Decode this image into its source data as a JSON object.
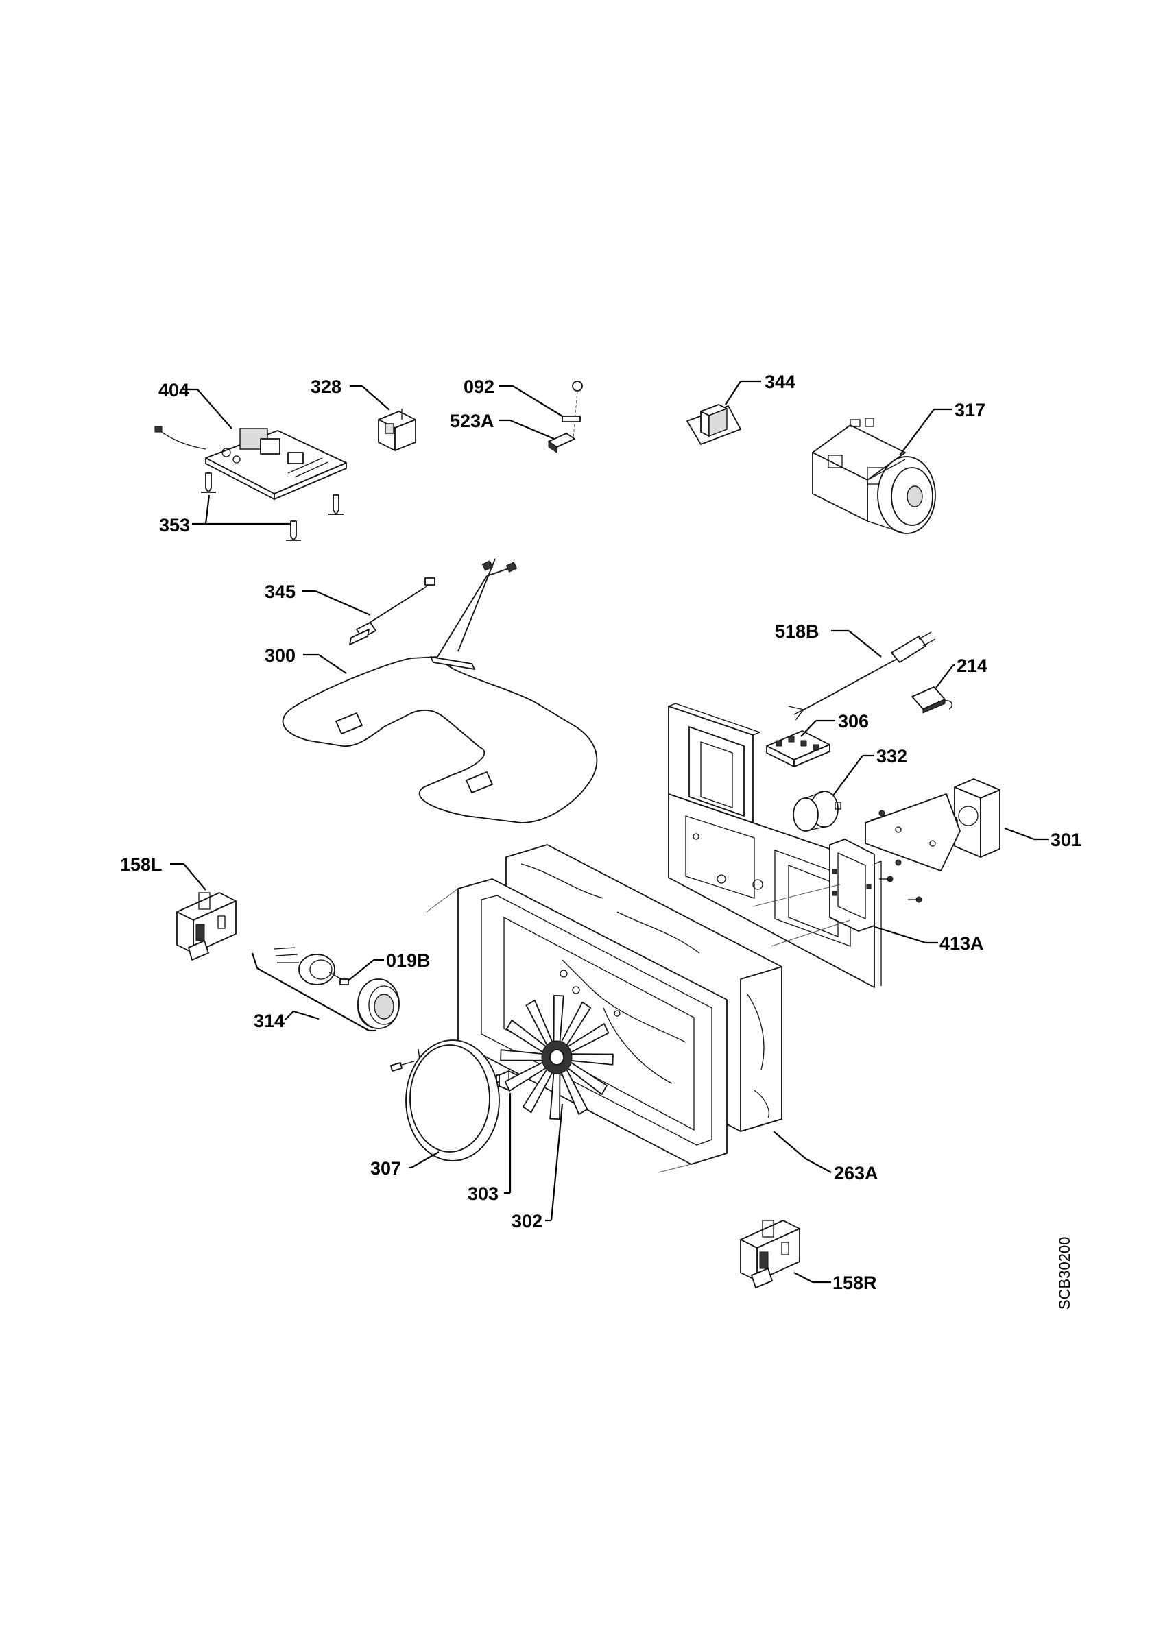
{
  "diagram_code": "SCB30200",
  "parts": {
    "p404": "404",
    "p328": "328",
    "p092": "092",
    "p523A": "523A",
    "p344": "344",
    "p317": "317",
    "p353": "353",
    "p345": "345",
    "p300": "300",
    "p518B": "518B",
    "p214": "214",
    "p306": "306",
    "p332": "332",
    "p301": "301",
    "p158L": "158L",
    "p413A": "413A",
    "p019B": "019B",
    "p314": "314",
    "p307": "307",
    "p303": "303",
    "p302": "302",
    "p263A": "263A",
    "p158R": "158R"
  }
}
